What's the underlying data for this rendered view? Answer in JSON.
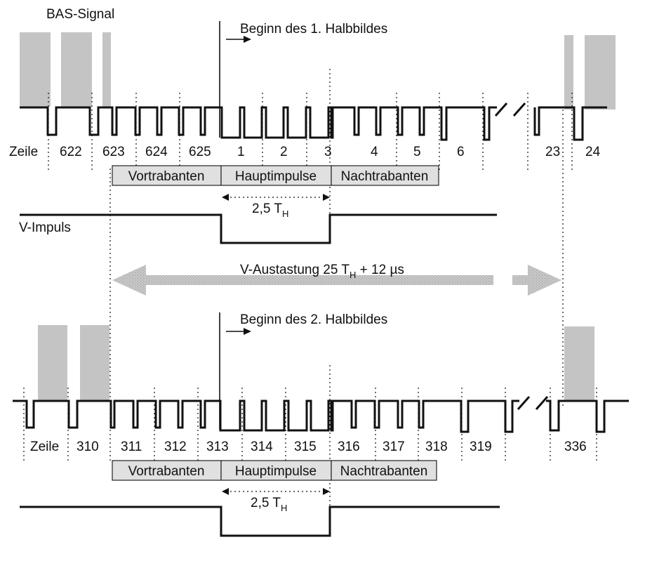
{
  "top": {
    "title": "BAS-Signal",
    "begin_label": "Beginn des 1. Halbbildes",
    "zeile_label": "Zeile",
    "line_numbers": [
      "622",
      "623",
      "624",
      "625",
      "1",
      "2",
      "3",
      "4",
      "5",
      "6",
      "23",
      "24"
    ],
    "segments": {
      "pre": "Vortrabanten",
      "main": "Hauptimpulse",
      "post": "Nachtrabanten"
    },
    "duration_label": "2,5 T",
    "duration_sub": "H",
    "vpulse_label": "V-Impuls"
  },
  "middle": {
    "blanking_label_a": "V-Austastung 25 T",
    "blanking_sub": "H",
    "blanking_label_b": " + 12 µs"
  },
  "bottom": {
    "begin_label": "Beginn des 2. Halbbildes",
    "zeile_label": "Zeile",
    "line_numbers": [
      "310",
      "311",
      "312",
      "313",
      "314",
      "315",
      "316",
      "317",
      "318",
      "319",
      "336"
    ],
    "segments": {
      "pre": "Vortrabanten",
      "main": "Hauptimpulse",
      "post": "Nachtrabanten"
    },
    "duration_label": "2,5 T",
    "duration_sub": "H"
  },
  "colors": {
    "ink": "#111111",
    "shading": "#c4c4c4",
    "box_fill": "#e0e0e0"
  }
}
